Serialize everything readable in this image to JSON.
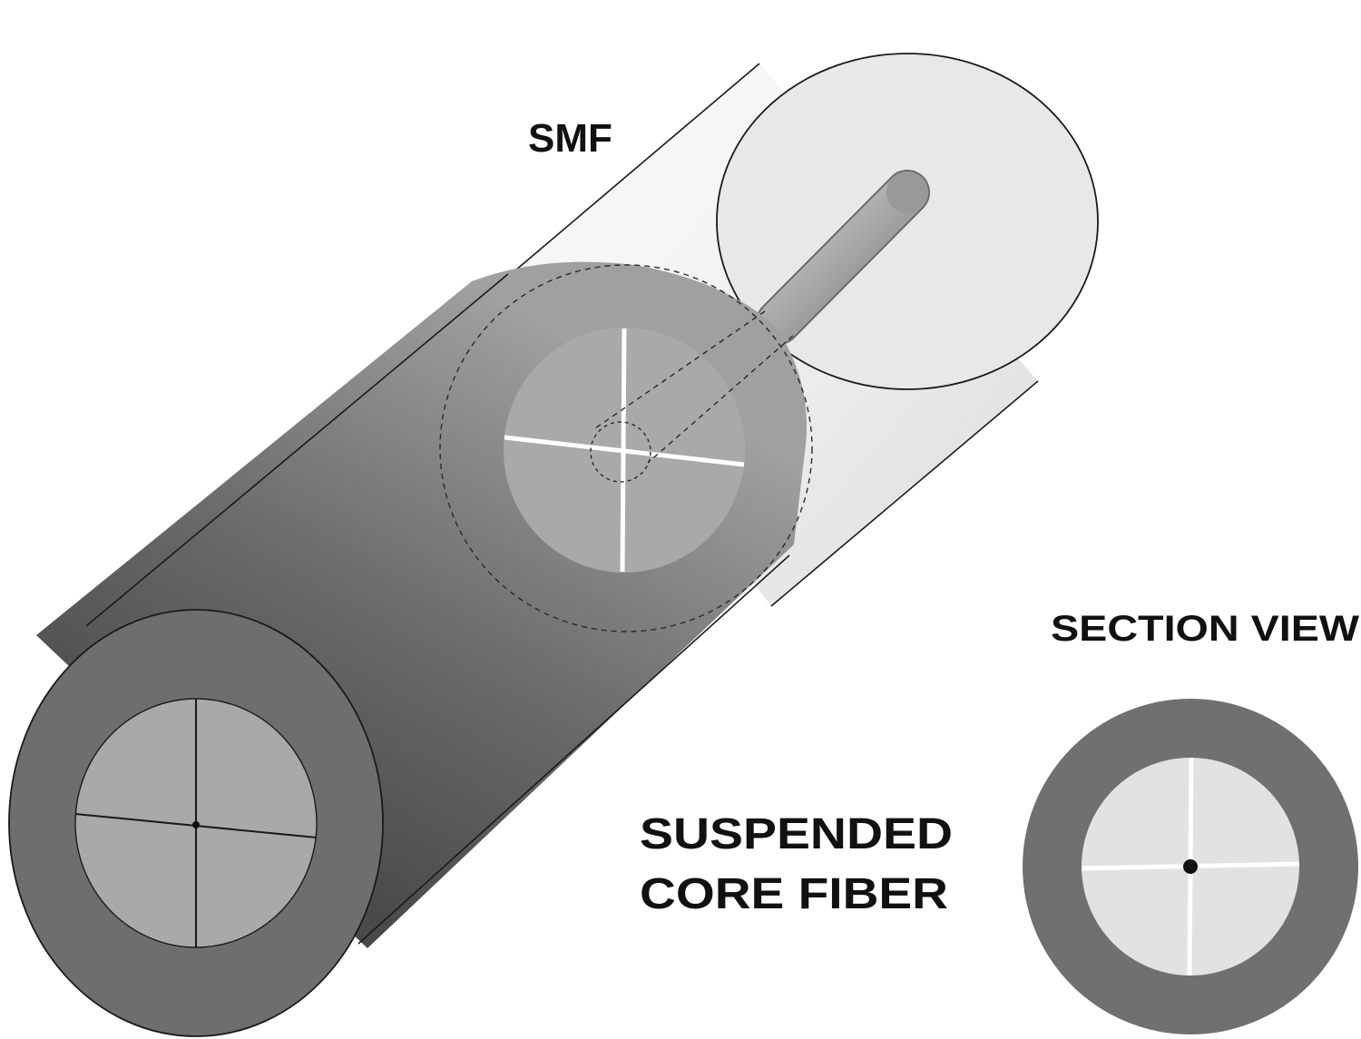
{
  "labels": {
    "smf": "SMF",
    "section_view": "SECTION VIEW",
    "scf_line1": "SUSPENDED",
    "scf_line2": "CORE FIBER"
  },
  "colors": {
    "smf_body": "#f0f0f0",
    "smf_end": "#e6e6e6",
    "smf_core": "#a8a8a8",
    "scf_cladding_dark": "#4d4d4d",
    "scf_cladding_light": "#909090",
    "scf_end_ring": "#6e6e6e",
    "scf_inner": "#a9a9a9",
    "section_ring": "#707070",
    "section_inner": "#e2e2e2",
    "outline": "#1a1a1a"
  }
}
